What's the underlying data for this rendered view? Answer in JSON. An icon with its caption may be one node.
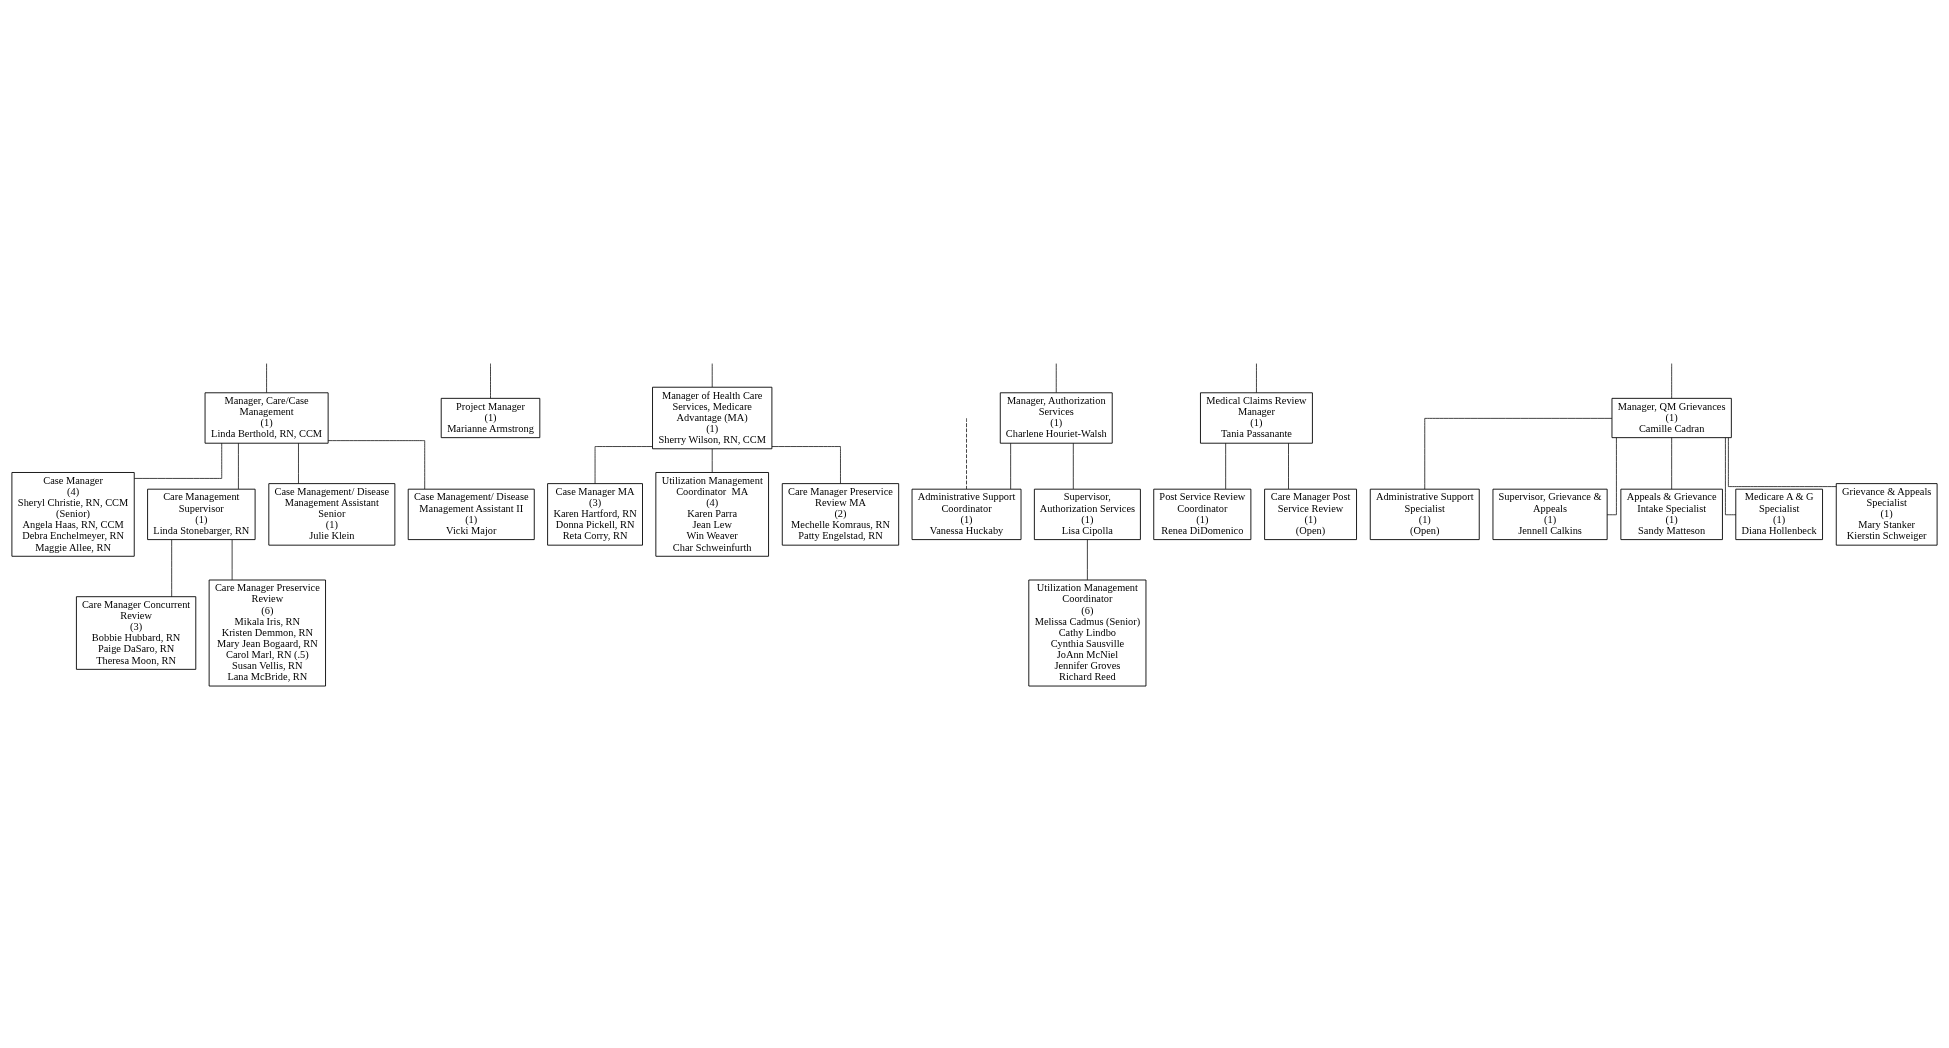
{
  "diagram": {
    "nodes": [
      {
        "text": [
          "Manager, Care/Case Management",
          "(1)",
          "Linda Berthold, RN, CCM"
        ]
      },
      {
        "text": [
          "Project Manager",
          "(1)",
          "Marianne Armstrong"
        ]
      },
      {
        "text": [
          "Manager of Health Care Services, Medicare Advantage (MA)",
          "(1)",
          "Sherry Wilson, RN, CCM"
        ]
      },
      {
        "text": [
          "Manager, Authorization Services",
          "(1)",
          "Charlene Houriet-Walsh"
        ]
      },
      {
        "text": [
          "Medical Claims Review Manager",
          "(1)",
          "Tania Passanante"
        ]
      },
      {
        "text": [
          "Manager, QM Grievances",
          "(1)",
          "Camille Cadran"
        ]
      },
      {
        "text": [
          "Case Manager",
          "(4)",
          "Sheryl Christie, RN, CCM (Senior)",
          "Angela Haas, RN, CCM",
          "Debra Enchelmeyer, RN",
          "Maggie Allee, RN"
        ]
      },
      {
        "text": [
          "Care Management Supervisor",
          "(1)",
          "Linda Stonebarger, RN"
        ]
      },
      {
        "text": [
          "Case Management/ Disease Management Assistant Senior",
          "(1)",
          "Julie Klein"
        ]
      },
      {
        "text": [
          "Case Management/ Disease Management Assistant II",
          "(1)",
          "Vicki Major"
        ]
      },
      {
        "text": [
          "Administrative Support Coordinator",
          "(1)",
          "Vanessa Huckaby"
        ]
      },
      {
        "text": [
          "Supervisor, Authorization Services",
          "(1)",
          "Lisa Cipolla"
        ]
      },
      {
        "text": [
          "Administrative Support Specialist",
          "(1)",
          "(Open)"
        ]
      },
      {
        "text": [
          "Supervisor, Grievance & Appeals",
          "(1)",
          "Jennell Calkins"
        ]
      },
      {
        "text": [
          "Case Manager MA",
          "(3)",
          "Karen Hartford, RN",
          "Donna Pickell, RN",
          "Reta Corry, RN"
        ]
      },
      {
        "text": [
          "Utilization Management Coordinator  MA",
          "(4)",
          "Karen Parra",
          "Jean Lew",
          "Win Weaver",
          "Char Schweinfurth"
        ]
      },
      {
        "text": [
          "Care Manager Preservice Review MA",
          "(2)",
          "Mechelle Komraus, RN",
          "Patty Engelstad, RN"
        ]
      },
      {
        "text": [
          "Utilization Management Coordinator",
          "(6)",
          "Melissa Cadmus (Senior)",
          "Cathy Lindbo",
          "Cynthia Sausville",
          "JoAnn McNiel",
          "Jennifer Groves",
          "Richard Reed"
        ]
      },
      {
        "text": [
          "Post Service Review Coordinator",
          "(1)",
          "Renea DiDomenico"
        ]
      },
      {
        "text": [
          "Care Manager Post Service Review",
          "(1)",
          "(Open)"
        ]
      },
      {
        "text": [
          "Care Manager Concurrent Review",
          "(3)",
          "Bobbie Hubbard, RN",
          "Paige DaSaro, RN",
          "Theresa Moon, RN"
        ]
      },
      {
        "text": [
          "Care Manager Preservice Review",
          "(6)",
          "Mikala Iris, RN",
          "Kristen Demmon, RN",
          "Mary Jean Bogaard, RN",
          "Carol Marl, RN (.5)",
          "Susan Vellis, RN",
          "Lana McBride, RN"
        ]
      },
      {
        "text": [
          "Appeals & Grievance Intake Specialist",
          "(1)",
          "Sandy Matteson"
        ]
      },
      {
        "text": [
          "Medicare A & G Specialist",
          "(1)",
          "Diana Hollenbeck"
        ]
      },
      {
        "text": [
          "Grievance & Appeals Specialist",
          "(1)",
          "Mary Stanker",
          "Kierstin Schweiger"
        ]
      }
    ],
    "edges": [
      {
        "from": null,
        "to": 0,
        "arrow": "none"
      },
      {
        "from": null,
        "to": 1,
        "arrow": "none"
      },
      {
        "from": null,
        "to": 2,
        "arrow": "none"
      },
      {
        "from": null,
        "to": 10,
        "arrow": "none",
        "style": "dashed"
      },
      {
        "from": null,
        "to": 3,
        "arrow": "none"
      },
      {
        "from": null,
        "to": 4,
        "arrow": "none"
      },
      {
        "from": null,
        "to": 5,
        "arrow": "none"
      },
      {
        "from": 0,
        "to": 6,
        "arrow": "none"
      },
      {
        "from": 0,
        "to": 7,
        "arrow": "none"
      },
      {
        "from": 0,
        "to": 8,
        "arrow": "none"
      },
      {
        "from": 0,
        "to": 9,
        "arrow": "none"
      },
      {
        "from": 3,
        "to": 10,
        "arrow": "none"
      },
      {
        "from": 3,
        "to": 11,
        "arrow": "none"
      },
      {
        "from": 5,
        "to": 12,
        "arrow": "none"
      },
      {
        "from": 5,
        "to": 13,
        "arrow": "none"
      },
      {
        "from": 2,
        "to": 14,
        "arrow": "none"
      },
      {
        "from": 2,
        "to": 15,
        "arrow": "none"
      },
      {
        "from": 2,
        "to": 16,
        "arrow": "none"
      },
      {
        "from": 11,
        "to": 17,
        "arrow": "none"
      },
      {
        "from": 4,
        "to": 18,
        "arrow": "none"
      },
      {
        "from": 4,
        "to": 19,
        "arrow": "none"
      },
      {
        "from": 7,
        "to": 20,
        "arrow": "none"
      },
      {
        "from": 7,
        "to": 21,
        "arrow": "none"
      },
      {
        "from": 5,
        "to": 22,
        "arrow": "none"
      },
      {
        "from": 5,
        "to": 23,
        "arrow": "none"
      },
      {
        "from": 5,
        "to": 24,
        "arrow": "none"
      }
    ]
  }
}
